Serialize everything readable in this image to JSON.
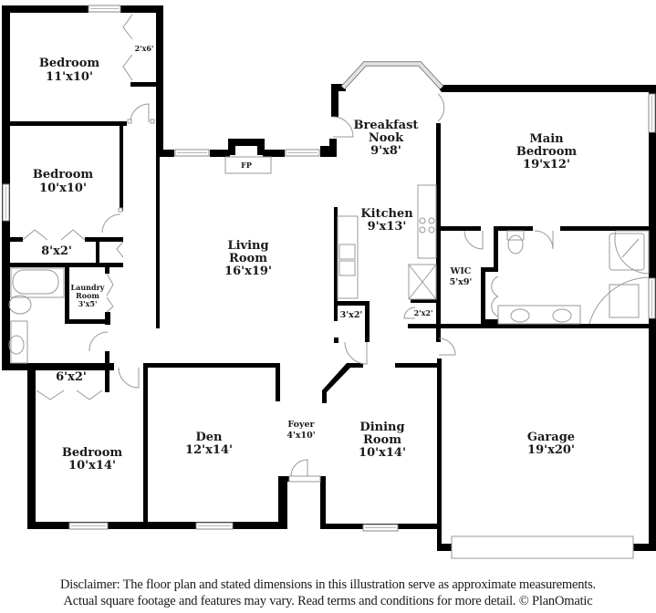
{
  "rooms": {
    "bedroom_nw": {
      "name": "Bedroom",
      "size": "11'x10'"
    },
    "closet_nw": {
      "size": "2'x6'"
    },
    "bedroom_w": {
      "name": "Bedroom",
      "size": "10'x10'"
    },
    "closet_w": {
      "size": "8'x2'"
    },
    "laundry": {
      "name_line1": "Laundry",
      "name_line2": "Room",
      "size": "3'x5'"
    },
    "closet_sw": {
      "size": "6'x2'"
    },
    "bedroom_sw": {
      "name": "Bedroom",
      "size": "10'x14'"
    },
    "den": {
      "name": "Den",
      "size": "12'x14'"
    },
    "foyer": {
      "name": "Foyer",
      "size": "4'x10'"
    },
    "living": {
      "name_line1": "Living",
      "name_line2": "Room",
      "size": "16'x19'"
    },
    "fireplace": {
      "label": "FP"
    },
    "breakfast": {
      "name_line1": "Breakfast",
      "name_line2": "Nook",
      "size": "9'x8'"
    },
    "kitchen": {
      "name": "Kitchen",
      "size": "9'x13'"
    },
    "pantry": {
      "size": "3'x2'"
    },
    "closet_k": {
      "size": "2'x2'"
    },
    "dining": {
      "name_line1": "Dining",
      "name_line2": "Room",
      "size": "10'x14'"
    },
    "main_bedroom": {
      "name_line1": "Main",
      "name_line2": "Bedroom",
      "size": "19'x12'"
    },
    "wic": {
      "name": "WIC",
      "size": "5'x9'"
    },
    "garage": {
      "name": "Garage",
      "size": "19'x20'"
    }
  },
  "colors": {
    "wall": "#000000",
    "fixture": "#999999",
    "background": "#ffffff"
  },
  "disclaimer": {
    "line1": "Disclaimer: The floor plan and stated dimensions in this illustration serve as approximate measurements.",
    "line2": "Actual square footage and features may vary. Read terms and conditions for more detail. © PlanOmatic"
  }
}
